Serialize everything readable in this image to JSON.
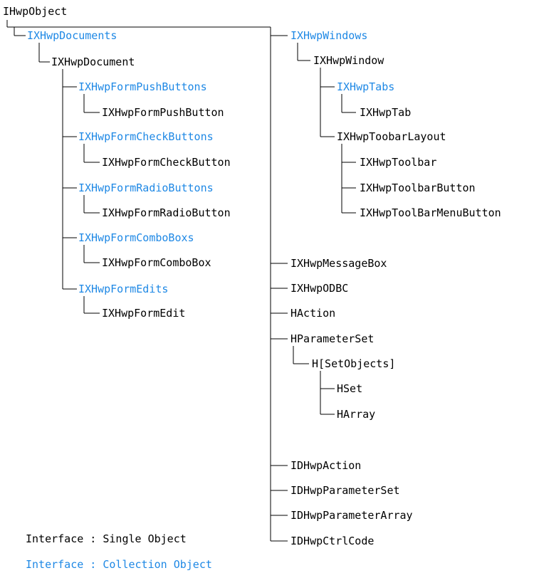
{
  "colors": {
    "single": "#000000",
    "collection": "#1e88e5",
    "line": "#000000"
  },
  "root": "IHwpObject",
  "nodes": [
    {
      "id": "IXHwpDocuments",
      "kind": "collection",
      "parent": "IHwpObject"
    },
    {
      "id": "IXHwpDocument",
      "kind": "single",
      "parent": "IXHwpDocuments"
    },
    {
      "id": "IXHwpFormPushButtons",
      "kind": "collection",
      "parent": "IXHwpDocument"
    },
    {
      "id": "IXHwpFormPushButton",
      "kind": "single",
      "parent": "IXHwpFormPushButtons"
    },
    {
      "id": "IXHwpFormCheckButtons",
      "kind": "collection",
      "parent": "IXHwpDocument"
    },
    {
      "id": "IXHwpFormCheckButton",
      "kind": "single",
      "parent": "IXHwpFormCheckButtons"
    },
    {
      "id": "IXHwpFormRadioButtons",
      "kind": "collection",
      "parent": "IXHwpDocument"
    },
    {
      "id": "IXHwpFormRadioButton",
      "kind": "single",
      "parent": "IXHwpFormRadioButtons"
    },
    {
      "id": "IXHwpFormComboBoxs",
      "kind": "collection",
      "parent": "IXHwpDocument"
    },
    {
      "id": "IXHwpFormComboBox",
      "kind": "single",
      "parent": "IXHwpFormComboBoxs"
    },
    {
      "id": "IXHwpFormEdits",
      "kind": "collection",
      "parent": "IXHwpDocument"
    },
    {
      "id": "IXHwpFormEdit",
      "kind": "single",
      "parent": "IXHwpFormEdits"
    },
    {
      "id": "IXHwpWindows",
      "kind": "collection",
      "parent": "IHwpObject"
    },
    {
      "id": "IXHwpWindow",
      "kind": "single",
      "parent": "IXHwpWindows"
    },
    {
      "id": "IXHwpTabs",
      "kind": "collection",
      "parent": "IXHwpWindow"
    },
    {
      "id": "IXHwpTab",
      "kind": "single",
      "parent": "IXHwpTabs"
    },
    {
      "id": "IXHwpToobarLayout",
      "kind": "single",
      "parent": "IXHwpWindow"
    },
    {
      "id": "IXHwpToolbar",
      "kind": "single",
      "parent": "IXHwpToobarLayout"
    },
    {
      "id": "IXHwpToolbarButton",
      "kind": "single",
      "parent": "IXHwpToobarLayout"
    },
    {
      "id": "IXHwpToolBarMenuButton",
      "kind": "single",
      "parent": "IXHwpToobarLayout"
    },
    {
      "id": "IXHwpMessageBox",
      "kind": "single",
      "parent": "IHwpObject"
    },
    {
      "id": "IXHwpODBC",
      "kind": "single",
      "parent": "IHwpObject"
    },
    {
      "id": "HAction",
      "kind": "single",
      "parent": "IHwpObject"
    },
    {
      "id": "HParameterSet",
      "kind": "single",
      "parent": "IHwpObject"
    },
    {
      "id": "H[SetObjects]",
      "kind": "single",
      "parent": "HParameterSet"
    },
    {
      "id": "HSet",
      "kind": "single",
      "parent": "H[SetObjects]"
    },
    {
      "id": "HArray",
      "kind": "single",
      "parent": "H[SetObjects]"
    },
    {
      "id": "IDHwpAction",
      "kind": "single",
      "parent": "IHwpObject"
    },
    {
      "id": "IDHwpParameterSet",
      "kind": "single",
      "parent": "IHwpObject"
    },
    {
      "id": "IDHwpParameterArray",
      "kind": "single",
      "parent": "IHwpObject"
    },
    {
      "id": "IDHwpCtrlCode",
      "kind": "single",
      "parent": "IHwpObject"
    }
  ],
  "legend": {
    "single": "Interface : Single Object",
    "collection": "Interface : Collection Object"
  }
}
